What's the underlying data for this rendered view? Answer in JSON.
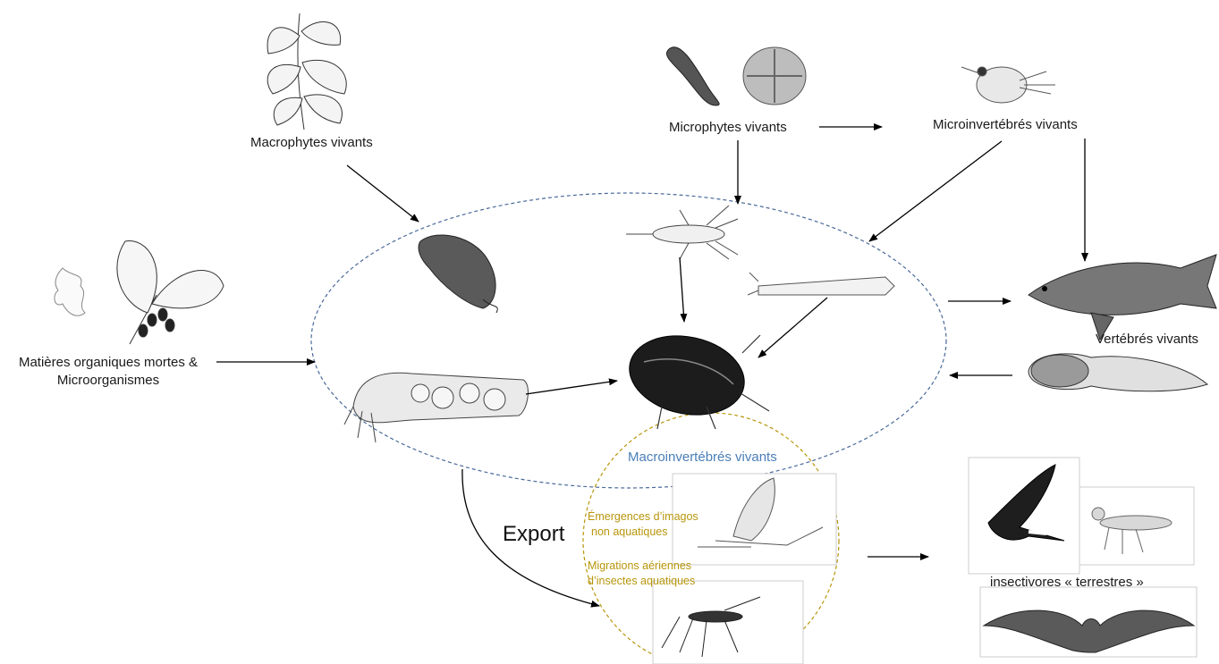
{
  "labels": {
    "macrophytes": "Macrophytes vivants",
    "microphytes": "Microphytes vivants",
    "microinvertebres": "Microinvertébrés vivants",
    "matieres_line1": "Matières organiques mortes &",
    "matieres_line2": "Microorganismes",
    "vertebres": "Vertébrés vivants",
    "macroinvertebres": "Macroinvertébrés vivants",
    "emergences_line1": "Émergences d’imagos",
    "emergences_line2": "non aquatiques",
    "migrations_line1": "Migrations aériennes",
    "migrations_line2": "d’insectes aquatiques",
    "export": "Export",
    "insectivores": "insectivores « terrestres »"
  },
  "colors": {
    "macro_ellipse": "#4a6a9a",
    "export_circle": "#b8960c",
    "macroinvertebres_text": "#4a7fb8",
    "export_text": "#b8960c"
  }
}
